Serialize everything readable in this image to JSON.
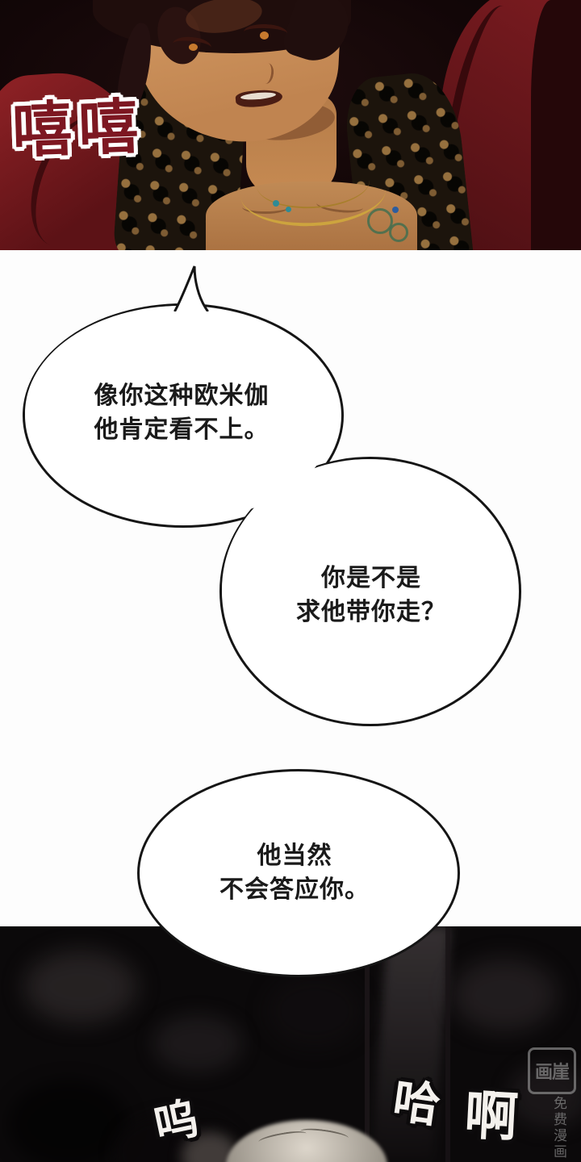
{
  "top_panel": {
    "sfx": "嘻嘻"
  },
  "speech": {
    "bubble1_upper": [
      "像你这种欧米伽",
      "他肯定看不上。"
    ],
    "bubble1_lower": [
      "你是不是",
      "求他带你走？"
    ],
    "bubble2": [
      "他当然",
      "不会答应你。"
    ]
  },
  "bottom_panel": {
    "sfx_left": "呜",
    "sfx_right_1": "哈",
    "sfx_right_2": "啊"
  },
  "watermark": {
    "logo": "画崖",
    "label": "免费漫画"
  },
  "colors": {
    "sfx_red": "#7d1721",
    "bubble_border": "#151515",
    "top_panel_bg": "#120607",
    "bottom_panel_bg": "#0b090a",
    "jacket_red": "#7a1b20",
    "skin": "#c88a58",
    "necklace_gold": "#cda43e"
  }
}
